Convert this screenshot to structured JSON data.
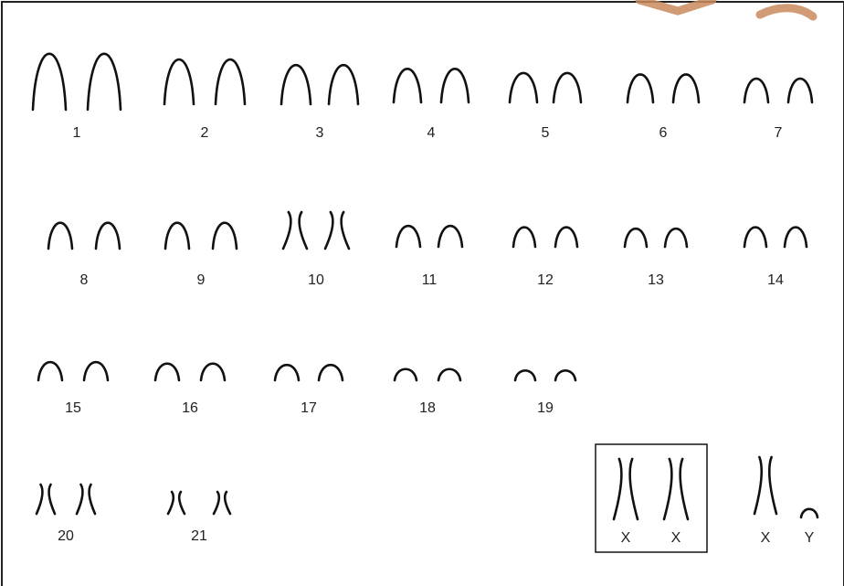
{
  "karyotype": {
    "pairs": [
      {
        "label": "1",
        "shape": "arch"
      },
      {
        "label": "2",
        "shape": "arch"
      },
      {
        "label": "3",
        "shape": "arch"
      },
      {
        "label": "4",
        "shape": "arch"
      },
      {
        "label": "5",
        "shape": "arch"
      },
      {
        "label": "6",
        "shape": "arch"
      },
      {
        "label": "7",
        "shape": "arch"
      },
      {
        "label": "8",
        "shape": "arch"
      },
      {
        "label": "9",
        "shape": "arch"
      },
      {
        "label": "10",
        "shape": "cross"
      },
      {
        "label": "11",
        "shape": "arch"
      },
      {
        "label": "12",
        "shape": "arch"
      },
      {
        "label": "13",
        "shape": "arch"
      },
      {
        "label": "14",
        "shape": "arch"
      },
      {
        "label": "15",
        "shape": "arch"
      },
      {
        "label": "16",
        "shape": "arch"
      },
      {
        "label": "17",
        "shape": "arch"
      },
      {
        "label": "18",
        "shape": "arch"
      },
      {
        "label": "19",
        "shape": "arch"
      },
      {
        "label": "20",
        "shape": "cross"
      },
      {
        "label": "21",
        "shape": "cross"
      }
    ],
    "boxed_sex_chromosomes": [
      {
        "label": "X",
        "shape": "cross"
      },
      {
        "label": "X",
        "shape": "cross"
      }
    ],
    "unboxed_sex_chromosomes": [
      {
        "label": "X",
        "shape": "cross"
      },
      {
        "label": "Y",
        "shape": "arch"
      }
    ]
  },
  "colors": {
    "stroke": "#111111",
    "text": "#222222",
    "watermark": "#c98a5e"
  }
}
